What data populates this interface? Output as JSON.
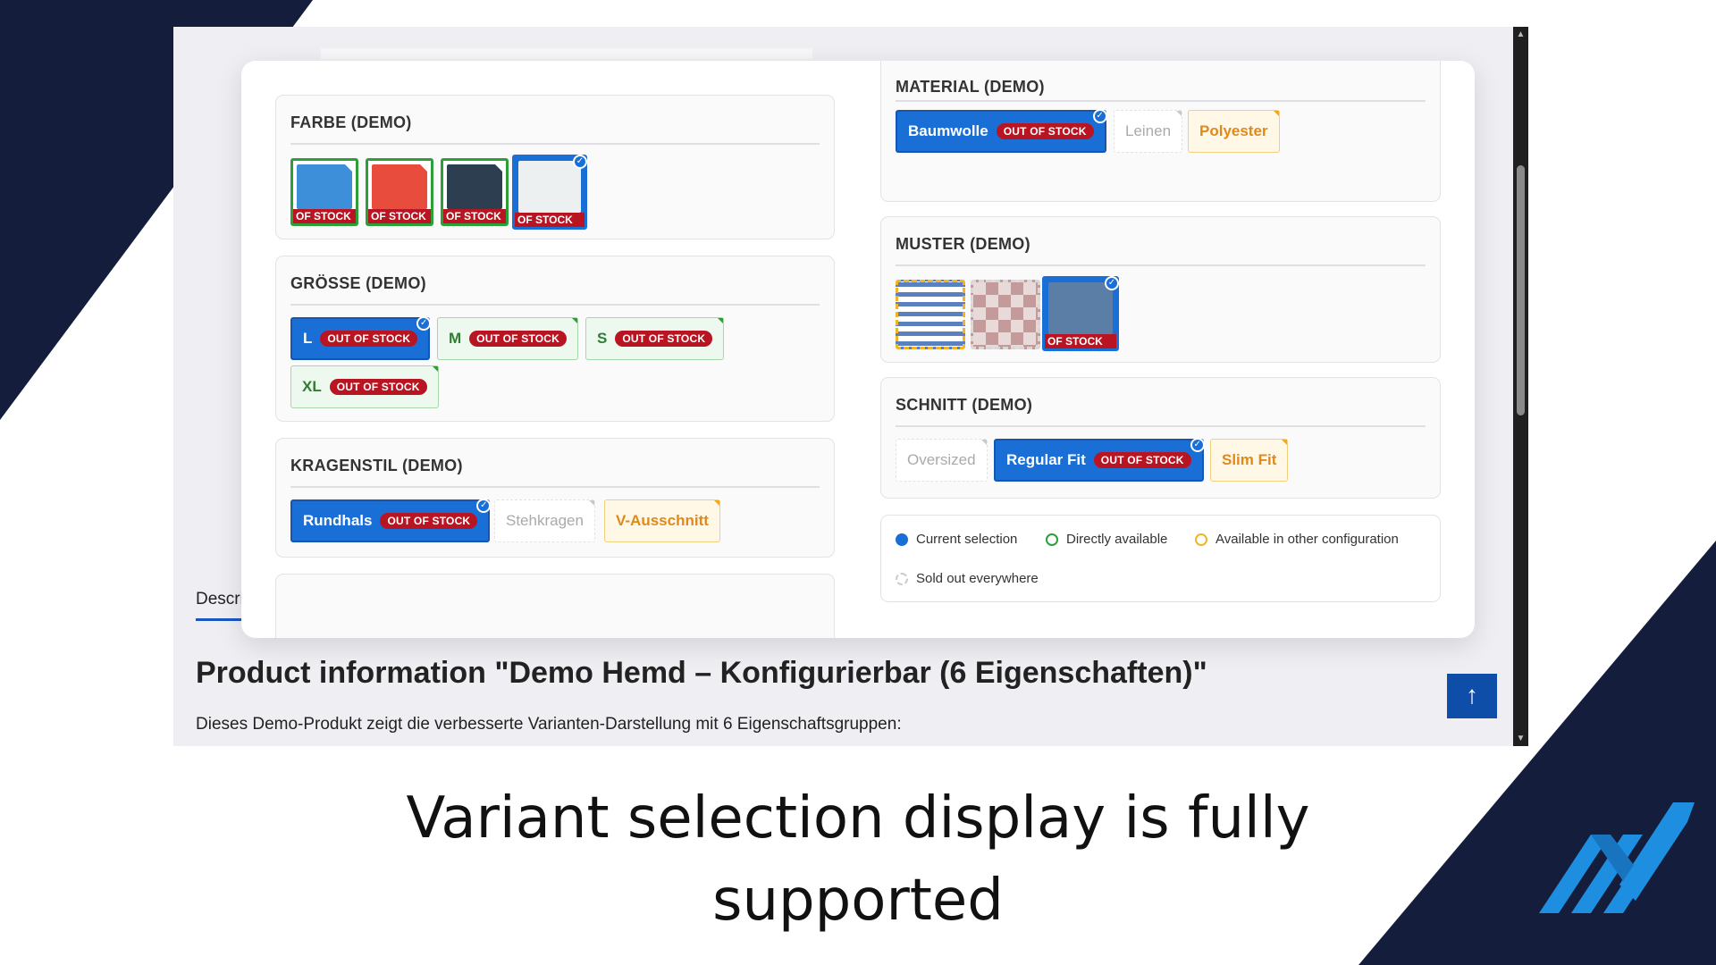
{
  "caption": "Variant selection display is fully supported",
  "page": {
    "tab_label": "Description",
    "product_title": "Product information \"Demo Hemd – Konfigurierbar (6 Eigenschaften)\"",
    "product_text": "Dieses Demo-Produkt zeigt die verbesserte Varianten-Darstellung mit 6 Eigenschaftsgruppen:",
    "to_top": "↑"
  },
  "badge_out_of_stock": "OUT OF STOCK",
  "strip_label": "OF STOCK",
  "groups": {
    "farbe": {
      "title": "FARBE (DEMO)",
      "swatches": [
        {
          "color": "#3d8fd9",
          "state": "available"
        },
        {
          "color": "#e84c3d",
          "state": "available"
        },
        {
          "color": "#2c3e50",
          "state": "available"
        },
        {
          "color": "#ecf0f1",
          "state": "selected"
        }
      ]
    },
    "groesse": {
      "title": "GRÖSSE (DEMO)",
      "options": [
        {
          "label": "L",
          "state": "selected"
        },
        {
          "label": "M",
          "state": "available"
        },
        {
          "label": "S",
          "state": "available"
        },
        {
          "label": "XL",
          "state": "available"
        }
      ]
    },
    "kragenstil": {
      "title": "KRAGENSTIL (DEMO)",
      "options": [
        {
          "label": "Rundhals",
          "state": "selected"
        },
        {
          "label": "Stehkragen",
          "state": "sold_out"
        },
        {
          "label": "V-Ausschnitt",
          "state": "other_configuration"
        }
      ]
    },
    "material": {
      "title": "MATERIAL (DEMO)",
      "options": [
        {
          "label": "Baumwolle",
          "state": "selected"
        },
        {
          "label": "Leinen",
          "state": "sold_out"
        },
        {
          "label": "Polyester",
          "state": "other_configuration"
        }
      ]
    },
    "muster": {
      "title": "MUSTER (DEMO)",
      "swatches": [
        {
          "pattern": "stripes",
          "state": "other_configuration"
        },
        {
          "pattern": "checker",
          "state": "sold_out"
        },
        {
          "color": "#5b7ea6",
          "state": "selected"
        }
      ]
    },
    "schnitt": {
      "title": "SCHNITT (DEMO)",
      "options": [
        {
          "label": "Oversized",
          "state": "sold_out"
        },
        {
          "label": "Regular Fit",
          "state": "selected"
        },
        {
          "label": "Slim Fit",
          "state": "other_configuration"
        }
      ]
    }
  },
  "legend": {
    "current": "Current selection",
    "direct": "Directly available",
    "other": "Available in other configuration",
    "sold": "Sold out everywhere",
    "colors": {
      "current": "#1a6fd6",
      "direct": "#2e9e3a",
      "other": "#f0b428",
      "sold": "#cccccc"
    }
  }
}
